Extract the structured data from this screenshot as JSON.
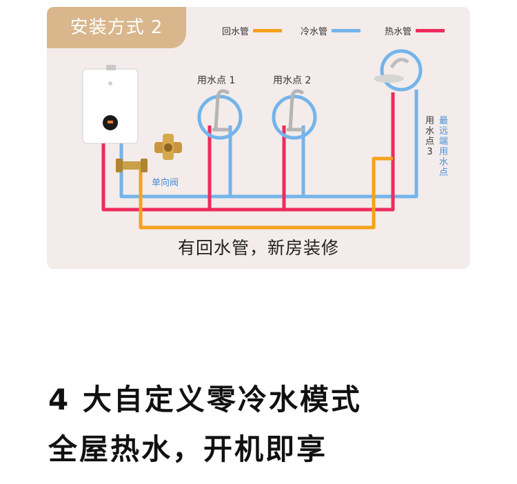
{
  "method_tag": "安装方式 2",
  "legend": [
    {
      "label": "回水管",
      "color": "#f5a21b"
    },
    {
      "label": "冷水管",
      "color": "#74b4ea"
    },
    {
      "label": "热水管",
      "color": "#ee2b5e"
    }
  ],
  "points": {
    "p1": "用水点 1",
    "p2": "用水点 2",
    "p3": "用水点3",
    "farthest": "最远端用水点"
  },
  "check_valve": "单向阀",
  "caption": "有回水管，新房装修",
  "headline": {
    "line1": "4 大自定义零冷水模式",
    "line2": "全屋热水，开机即享"
  },
  "colors": {
    "card_bg": "#f3ecea",
    "tag_bg": "#d9b68c",
    "highlight_ring": "#74b4ea",
    "valve_label": "#4a8ed6"
  }
}
